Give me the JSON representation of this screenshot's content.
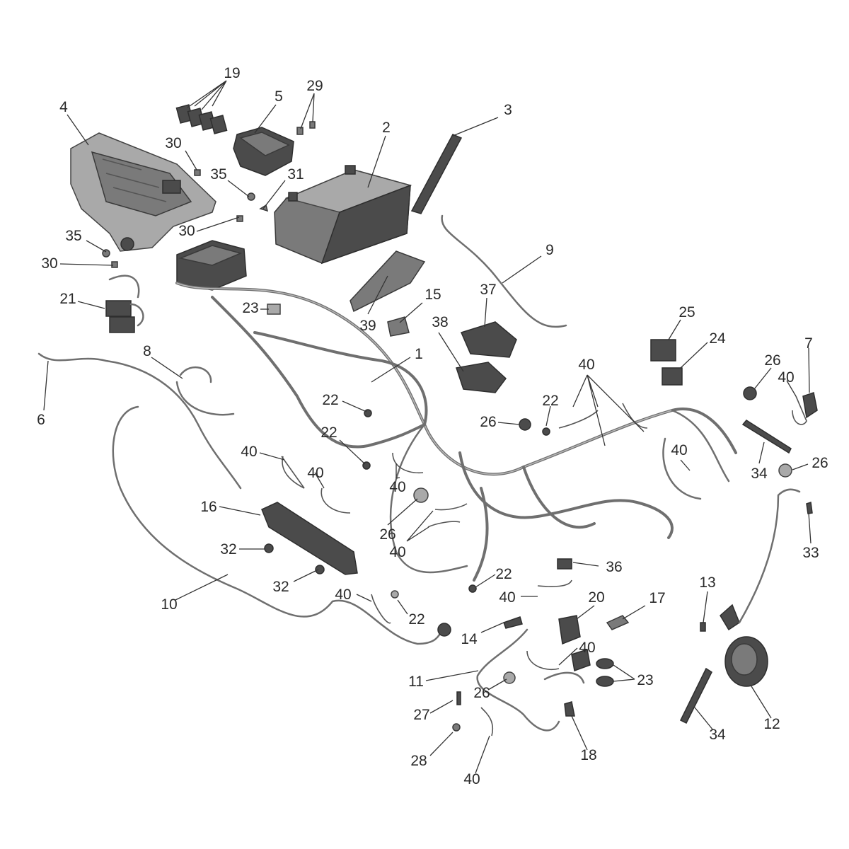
{
  "diagram": {
    "callouts": [
      {
        "label": "19"
      },
      {
        "label": "29"
      },
      {
        "label": "4"
      },
      {
        "label": "5"
      },
      {
        "label": "3"
      },
      {
        "label": "2"
      },
      {
        "label": "30"
      },
      {
        "label": "35"
      },
      {
        "label": "31"
      },
      {
        "label": "30"
      },
      {
        "label": "35"
      },
      {
        "label": "30"
      },
      {
        "label": "9"
      },
      {
        "label": "21"
      },
      {
        "label": "37"
      },
      {
        "label": "15"
      },
      {
        "label": "23"
      },
      {
        "label": "39"
      },
      {
        "label": "38"
      },
      {
        "label": "25"
      },
      {
        "label": "24"
      },
      {
        "label": "7"
      },
      {
        "label": "8"
      },
      {
        "label": "1"
      },
      {
        "label": "6"
      },
      {
        "label": "40"
      },
      {
        "label": "26"
      },
      {
        "label": "40"
      },
      {
        "label": "22"
      },
      {
        "label": "22"
      },
      {
        "label": "26"
      },
      {
        "label": "22"
      },
      {
        "label": "40"
      },
      {
        "label": "40"
      },
      {
        "label": "26"
      },
      {
        "label": "40"
      },
      {
        "label": "40"
      },
      {
        "label": "34"
      },
      {
        "label": "40"
      },
      {
        "label": "16"
      },
      {
        "label": "26"
      },
      {
        "label": "40"
      },
      {
        "label": "32"
      },
      {
        "label": "36"
      },
      {
        "label": "33"
      },
      {
        "label": "32"
      },
      {
        "label": "22"
      },
      {
        "label": "10"
      },
      {
        "label": "40"
      },
      {
        "label": "40"
      },
      {
        "label": "13"
      },
      {
        "label": "20"
      },
      {
        "label": "17"
      },
      {
        "label": "22"
      },
      {
        "label": "14"
      },
      {
        "label": "40"
      },
      {
        "label": "11"
      },
      {
        "label": "23"
      },
      {
        "label": "26"
      },
      {
        "label": "27"
      },
      {
        "label": "12"
      },
      {
        "label": "34"
      },
      {
        "label": "18"
      },
      {
        "label": "28"
      },
      {
        "label": "40"
      }
    ]
  }
}
